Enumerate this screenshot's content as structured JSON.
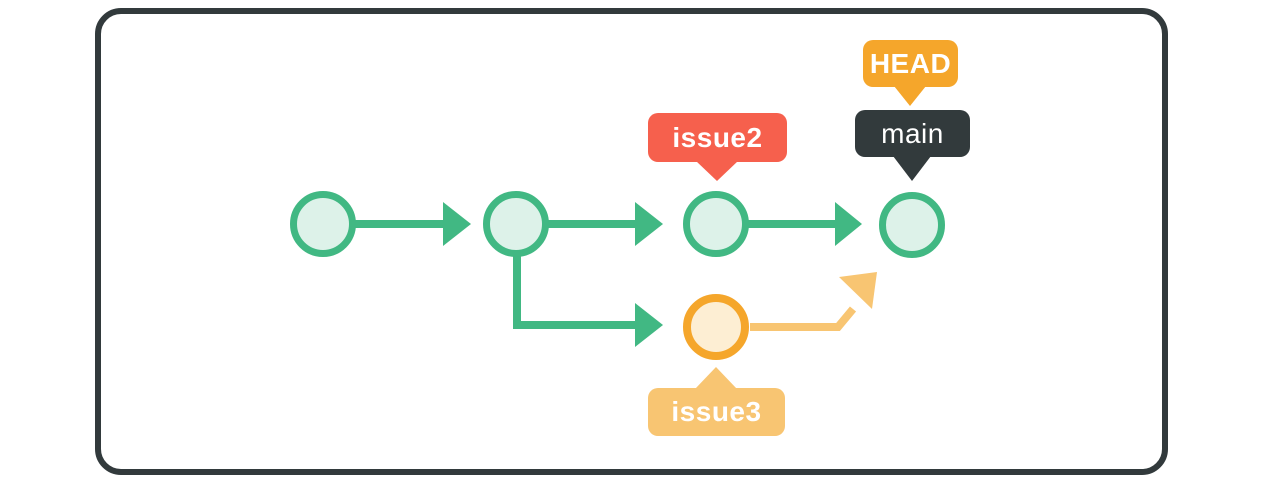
{
  "badges": {
    "head": {
      "label": "HEAD"
    },
    "main": {
      "label": "main"
    },
    "issue2": {
      "label": "issue2"
    },
    "issue3": {
      "label": "issue3"
    }
  },
  "colors": {
    "green": "#41B883",
    "green-fill": "#DDF2E9",
    "orange": "#F5A62B",
    "orange-light": "#F8C572",
    "orange-fill": "#FDEED3",
    "red": "#F6604D",
    "dark": "#323A3C"
  },
  "graph": {
    "type": "git-commit-graph",
    "main_branch": {
      "commit_count": 4,
      "tip_labels": [
        "HEAD",
        "main"
      ],
      "third_commit_label": "issue2"
    },
    "issue3_branch": {
      "commit_count": 1,
      "forks_from_commit": 2,
      "label": "issue3",
      "pending_merge_arrow": "up-right toward main tip"
    }
  }
}
